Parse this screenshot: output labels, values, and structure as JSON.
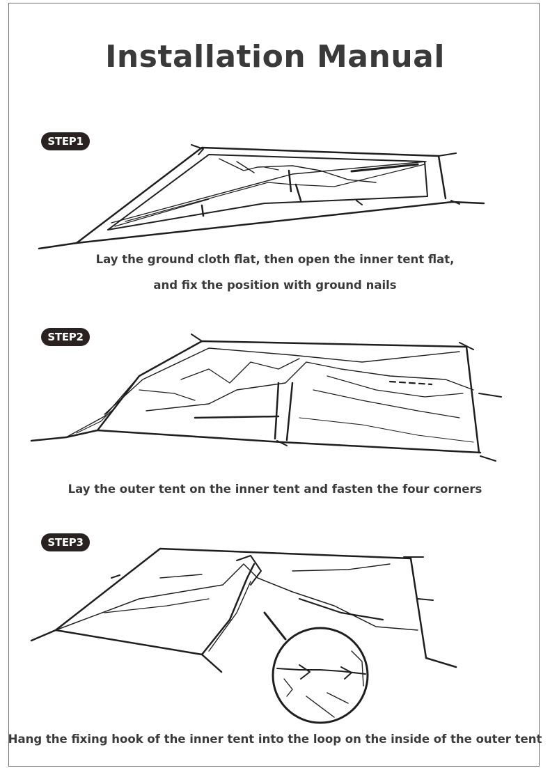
{
  "title": "Installation Manual",
  "steps": [
    {
      "label": "STEP1",
      "caption_lines": [
        "Lay the ground cloth flat, then open the inner tent flat,",
        "and fix the position with ground nails"
      ]
    },
    {
      "label": "STEP2",
      "caption_lines": [
        "Lay the outer tent on the inner tent and fasten the four corners"
      ]
    },
    {
      "label": "STEP3",
      "caption_lines": [
        "Hang the fixing hook of the inner tent into the loop on the inside of the outer tent"
      ]
    }
  ]
}
